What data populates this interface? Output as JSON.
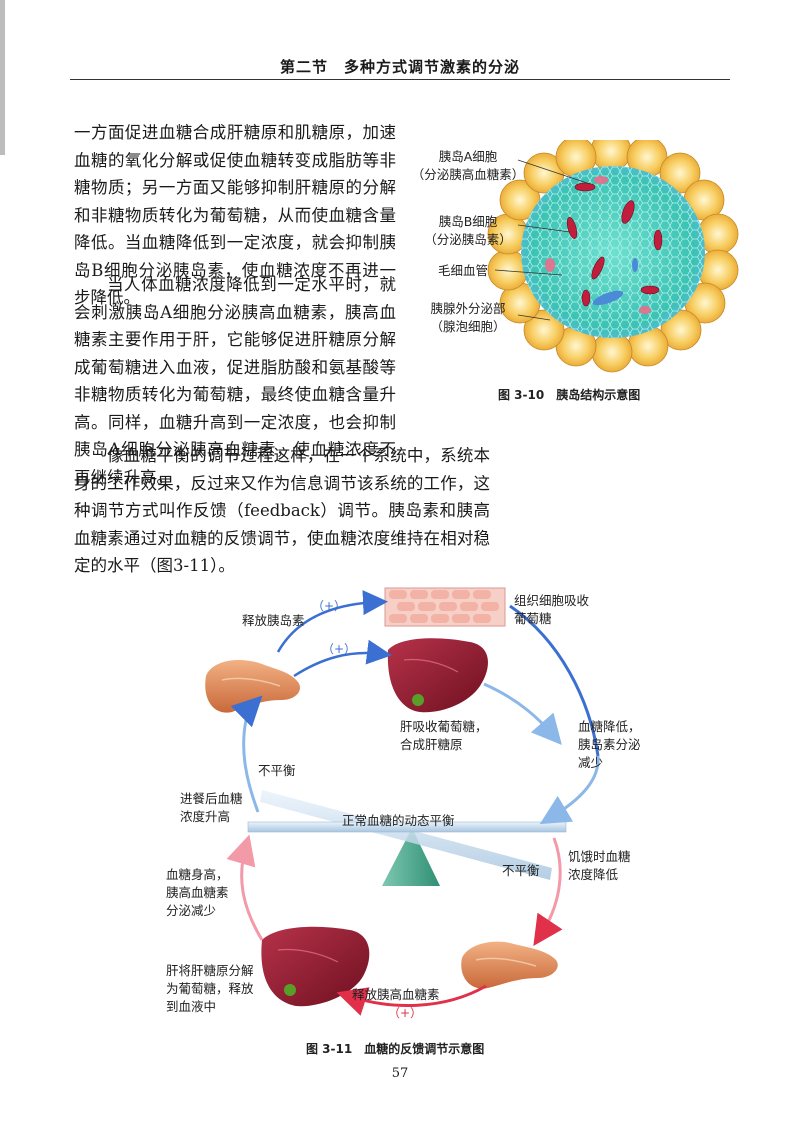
{
  "header": {
    "title": "第二节　多种方式调节激素的分泌"
  },
  "body": {
    "para1": "一方面促进血糖合成肝糖原和肌糖原，加速血糖的氧化分解或促使血糖转变成脂肪等非糖物质；另一方面又能够抑制肝糖原的分解和非糖物质转化为葡萄糖，从而使血糖含量降低。当血糖降低到一定浓度，就会抑制胰岛B细胞分泌胰岛素，使血糖浓度不再进一步降低。",
    "para2": "当人体血糖浓度降低到一定水平时，就会刺激胰岛A细胞分泌胰高血糖素，胰高血糖素主要作用于肝，它能够促进肝糖原分解成葡萄糖进入血液，促进脂肪酸和氨基酸等非糖物质转化为葡萄糖，最终使血糖含量升高。同样，血糖升高到一定浓度，也会抑制胰岛A细胞分泌胰高血糖素，使血糖浓度不再继续升高。",
    "para3": "像血糖平衡的调节过程这样，在一个系统中，系统本身的工作效果，反过来又作为信息调节该系统的工作，这种调节方式叫作反馈（feedback）调节。胰岛素和胰高血糖素通过对血糖的反馈调节，使血糖浓度维持在相对稳定的水平（图3-11）。"
  },
  "figure_islet": {
    "label_a_cell": "胰岛A细胞",
    "label_a_cell_sub": "（分泌胰高血糖素）",
    "label_b_cell": "胰岛B细胞",
    "label_b_cell_sub": "（分泌胰岛素）",
    "label_capillary": "毛细血管",
    "label_exocrine": "胰腺外分泌部",
    "label_exocrine_sub": "（腺泡细胞）",
    "caption": "图 3-10　胰岛结构示意图"
  },
  "figure_feedback": {
    "plus": "（+）",
    "release_insulin": "释放胰岛素",
    "tissue_absorb": [
      "组织细胞吸收",
      "葡萄糖"
    ],
    "liver_absorb": [
      "肝吸收葡萄糖，",
      "合成肝糖原"
    ],
    "glucose_drop": [
      "血糖降低，",
      "胰岛素分泌",
      "减少"
    ],
    "imbalance": "不平衡",
    "after_meal": [
      "进餐后血糖",
      "浓度升高"
    ],
    "normal_balance": "正常血糖的动态平衡",
    "hungry": [
      "饥饿时血糖",
      "浓度降低"
    ],
    "glucose_rise": [
      "血糖身高，",
      "胰高血糖素",
      "分泌减少"
    ],
    "liver_break": [
      "肝将肝糖原分解",
      "为葡萄糖，释放",
      "到血液中"
    ],
    "release_glucagon": "释放胰高血糖素",
    "caption": "图 3-11　血糖的反馈调节示意图"
  },
  "page_number": "57",
  "colors": {
    "blue_arrow": "#3b6fd1",
    "red_arrow": "#e0304a",
    "plus_blue": "#3b6fd1",
    "plus_red": "#e0304a"
  }
}
